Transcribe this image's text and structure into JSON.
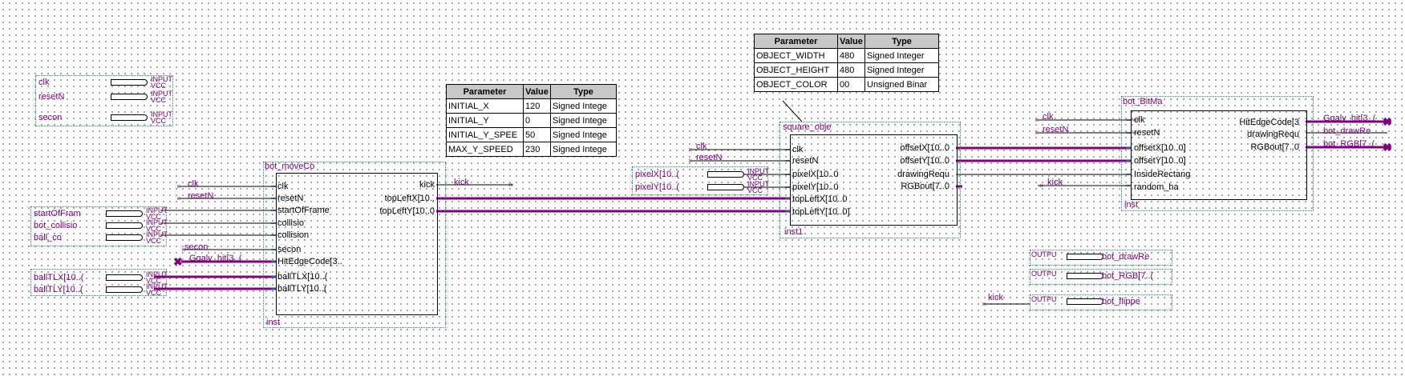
{
  "input_pins_topleft": [
    "clk",
    "resetN",
    "secon"
  ],
  "input_pins_left": [
    "startOfFram",
    "bot_collisio",
    "ball_co",
    "ballTLX[10..(",
    "ballTLY[10..("
  ],
  "input_pins_mid": [
    "pixelX[10..(",
    "pixelY[10..("
  ],
  "pin_type_input": "INPUT",
  "pin_type_vcc": "VCC",
  "pin_type_output": "OUTPU",
  "move_block": {
    "title": "bot_moveCollisi",
    "inst": "inst",
    "inputs": [
      "clk",
      "resetN",
      "startOfFrame",
      "collisio",
      "collision",
      "secon",
      "HitEdgeCode[3..",
      "ballTLX[10..(",
      "ballTLY[10..("
    ],
    "outputs": [
      "kick",
      "topLeftX[10..",
      "topLeftY[10..0"
    ],
    "net_labels_in": [
      "clk",
      "resetN",
      "secon",
      "Ggaly_hit[3..("
    ],
    "net_label_out": "kick",
    "params": {
      "headers": [
        "Parameter",
        "Value",
        "Type"
      ],
      "rows": [
        [
          "INITIAL_X",
          "120",
          "Signed Intege"
        ],
        [
          "INITIAL_Y",
          "0",
          "Signed Intege"
        ],
        [
          "INITIAL_Y_SPEE",
          "50",
          "Signed Intege"
        ],
        [
          "MAX_Y_SPEED",
          "230",
          "Signed Intege"
        ]
      ]
    }
  },
  "square_block": {
    "title": "square_obje",
    "inst": "inst1",
    "inputs": [
      "clk",
      "resetN",
      "pixelX[10..0",
      "pixelY[10..0",
      "topLeftX[10..0",
      "topLeftY[10..0]"
    ],
    "outputs": [
      "offsetX[10..0",
      "offsetY[10..0",
      "drawingRequ",
      "RGBout[7..0"
    ],
    "net_labels_in": [
      "clk",
      "resetN"
    ],
    "params": {
      "headers": [
        "Parameter",
        "Value",
        "Type"
      ],
      "rows": [
        [
          "OBJECT_WIDTH",
          "480",
          "Signed Integer"
        ],
        [
          "OBJECT_HEIGHT",
          "480",
          "Signed Integer"
        ],
        [
          "OBJECT_COLOR",
          "00",
          "Unsigned Binar"
        ]
      ]
    }
  },
  "bitmap_block": {
    "title": "bot_BitMa",
    "inst": "inst",
    "inputs": [
      "clk",
      "resetN",
      "offsetX[10..0]",
      "offsetY[10..0]",
      "InsideRectang",
      "random_ha"
    ],
    "outputs": [
      "HitEdgeCode[3",
      "drawingRequ",
      "RGBout[7..0"
    ],
    "net_labels_in": [
      "clk",
      "resetN",
      "kick"
    ],
    "net_labels_out": [
      "Ggaly_hit[3..(",
      "bot_drawRe",
      "bot_RGB[7..("
    ]
  },
  "output_pins": [
    "bot_drawRe",
    "bot_RGB[7..(",
    "bot_flippe"
  ],
  "output_pin_kick_label": "kick"
}
